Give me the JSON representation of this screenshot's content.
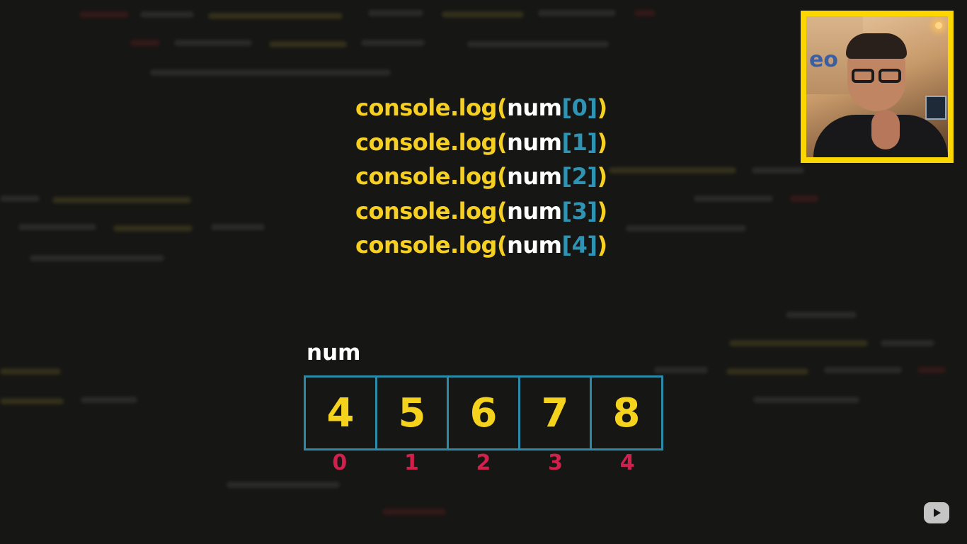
{
  "code": {
    "lines": [
      {
        "fn": "console.log(",
        "id": "num",
        "open": "[",
        "index": "0",
        "close": "]",
        "end": ")"
      },
      {
        "fn": "console.log(",
        "id": "num",
        "open": "[",
        "index": "1",
        "close": "]",
        "end": ")"
      },
      {
        "fn": "console.log(",
        "id": "num",
        "open": "[",
        "index": "2",
        "close": "]",
        "end": ")"
      },
      {
        "fn": "console.log(",
        "id": "num",
        "open": "[",
        "index": "3",
        "close": "]",
        "end": ")"
      },
      {
        "fn": "console.log(",
        "id": "num",
        "open": "[",
        "index": "4",
        "close": "]",
        "end": ")"
      }
    ]
  },
  "array": {
    "name": "num",
    "values": [
      "4",
      "5",
      "6",
      "7",
      "8"
    ],
    "indices": [
      "0",
      "1",
      "2",
      "3",
      "4"
    ]
  },
  "webcam": {
    "sign_text": "eo"
  },
  "colors": {
    "background": "#161614",
    "function": "#f5cf21",
    "identifier": "#ffffff",
    "bracket": "#2f93b3",
    "cell_value": "#f5d21c",
    "cell_border": "#2a8aa8",
    "index": "#d21f4c",
    "webcam_border": "#fbd600"
  },
  "icons": {
    "watermark": "video-play-logo-icon"
  }
}
